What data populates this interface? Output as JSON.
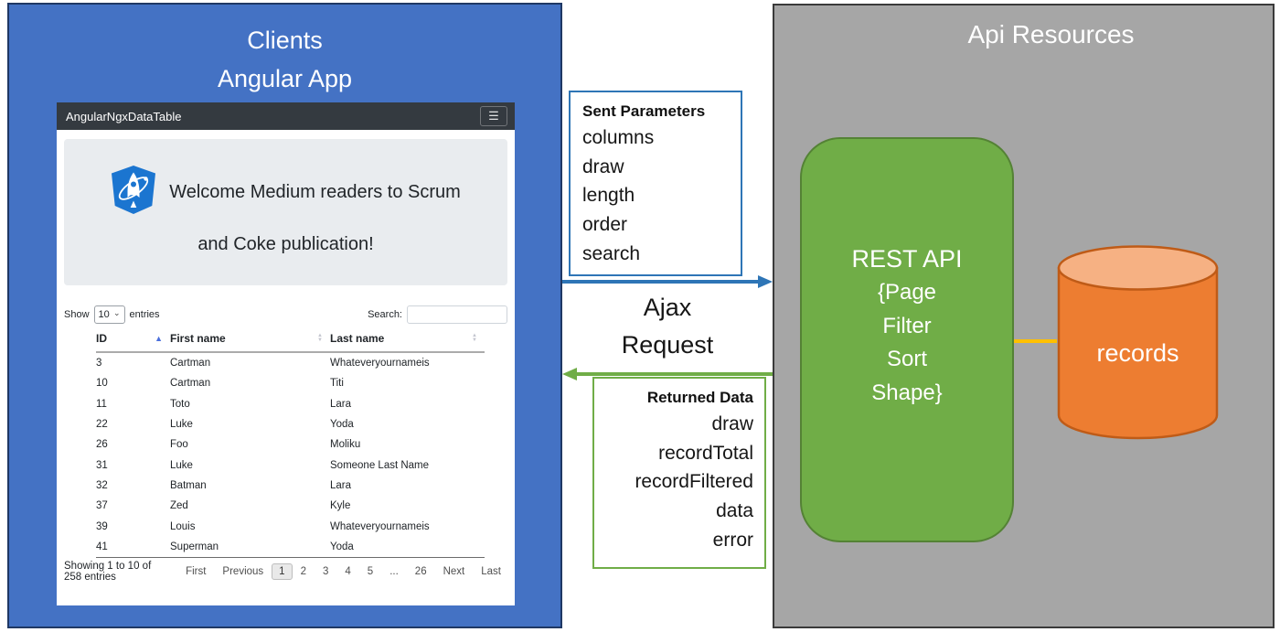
{
  "clients_panel": {
    "title_line1": "Clients",
    "title_line2": "Angular App"
  },
  "app": {
    "navbar": {
      "brand": "AngularNgxDataTable"
    },
    "jumbotron": {
      "line1": "Welcome Medium readers to Scrum",
      "line2": "and Coke publication!"
    },
    "controls": {
      "show_label": "Show",
      "page_size": "10",
      "entries_label": "entries",
      "search_label": "Search:",
      "search_value": ""
    },
    "table": {
      "headers": [
        "ID",
        "First name",
        "Last name"
      ],
      "rows": [
        [
          "3",
          "Cartman",
          "Whateveryournameis"
        ],
        [
          "10",
          "Cartman",
          "Titi"
        ],
        [
          "11",
          "Toto",
          "Lara"
        ],
        [
          "22",
          "Luke",
          "Yoda"
        ],
        [
          "26",
          "Foo",
          "Moliku"
        ],
        [
          "31",
          "Luke",
          "Someone Last Name"
        ],
        [
          "32",
          "Batman",
          "Lara"
        ],
        [
          "37",
          "Zed",
          "Kyle"
        ],
        [
          "39",
          "Louis",
          "Whateveryournameis"
        ],
        [
          "41",
          "Superman",
          "Yoda"
        ]
      ]
    },
    "pagination": {
      "summary": "Showing 1 to 10 of 258 entries",
      "items": [
        {
          "label": "First",
          "active": false
        },
        {
          "label": "Previous",
          "active": false
        },
        {
          "label": "1",
          "active": true
        },
        {
          "label": "2",
          "active": false
        },
        {
          "label": "3",
          "active": false
        },
        {
          "label": "4",
          "active": false
        },
        {
          "label": "5",
          "active": false
        },
        {
          "label": "...",
          "active": false
        },
        {
          "label": "26",
          "active": false
        },
        {
          "label": "Next",
          "active": false
        },
        {
          "label": "Last",
          "active": false
        }
      ]
    }
  },
  "middle": {
    "sent_box": {
      "title": "Sent Parameters",
      "items": [
        "columns",
        "draw",
        "length",
        "order",
        "search"
      ]
    },
    "ajax": {
      "line1": "Ajax",
      "line2": "Request"
    },
    "returned_box": {
      "title": "Returned Data",
      "items": [
        "draw",
        "recordTotal",
        "recordFiltered",
        "data",
        "error"
      ]
    }
  },
  "api_panel": {
    "title": "Api Resources",
    "rest_api": {
      "title": "REST API",
      "body_lines": [
        "{Page",
        "Filter",
        "Sort",
        "Shape}"
      ]
    },
    "database": {
      "label": "records"
    }
  },
  "icons": {
    "menu": "☰",
    "chevron_down": "⌄",
    "sort_asc": "▲",
    "sort_desc": "▼"
  },
  "colors": {
    "clients_bg": "#4472C4",
    "clients_border": "#1F3864",
    "api_bg": "#A6A6A6",
    "green": "#70AD47",
    "green_border": "#548235",
    "orange": "#ED7D31",
    "orange_light": "#F6B183",
    "orange_border": "#BF5B17",
    "yellow": "#FFC000",
    "arrow_blue": "#2E75B6",
    "navbar_bg": "#343a40",
    "jumbotron_bg": "#e9ecef"
  }
}
